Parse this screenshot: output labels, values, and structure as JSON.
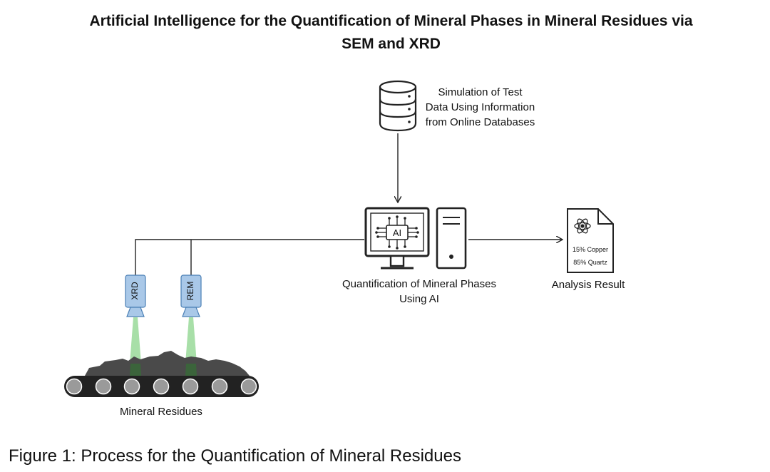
{
  "title": {
    "line1": "Artificial Intelligence for the Quantification of Mineral Phases in Mineral Residues via",
    "line2": "SEM and XRD"
  },
  "database": {
    "icon": "database-icon",
    "label_lines": [
      "Simulation of Test",
      "Data Using Information",
      "from Online Databases"
    ]
  },
  "ai_system": {
    "icons": [
      "monitor-icon",
      "ai-chip-icon",
      "computer-tower-icon"
    ],
    "chip_text": "AI",
    "label_lines": [
      "Quantification of Mineral Phases",
      "Using AI"
    ]
  },
  "result": {
    "icon": "document-atom-icon",
    "lines": [
      "15% Copper",
      "85% Quartz"
    ],
    "label": "Analysis Result"
  },
  "sensors": [
    {
      "label": "XRD",
      "icon": "xrd-sensor-icon"
    },
    {
      "label": "REM",
      "icon": "rem-sensor-icon"
    }
  ],
  "conveyor": {
    "icon": "conveyor-belt-icon",
    "label": "Mineral Residues"
  },
  "caption": "Figure 1: Process for the Quantification of Mineral Residues",
  "colors": {
    "sensor_fill": "#a9c8e8",
    "sensor_stroke": "#4a7fb5",
    "beam": "#7ccf7c",
    "residue": "#4a4a4a",
    "line": "#222222"
  }
}
